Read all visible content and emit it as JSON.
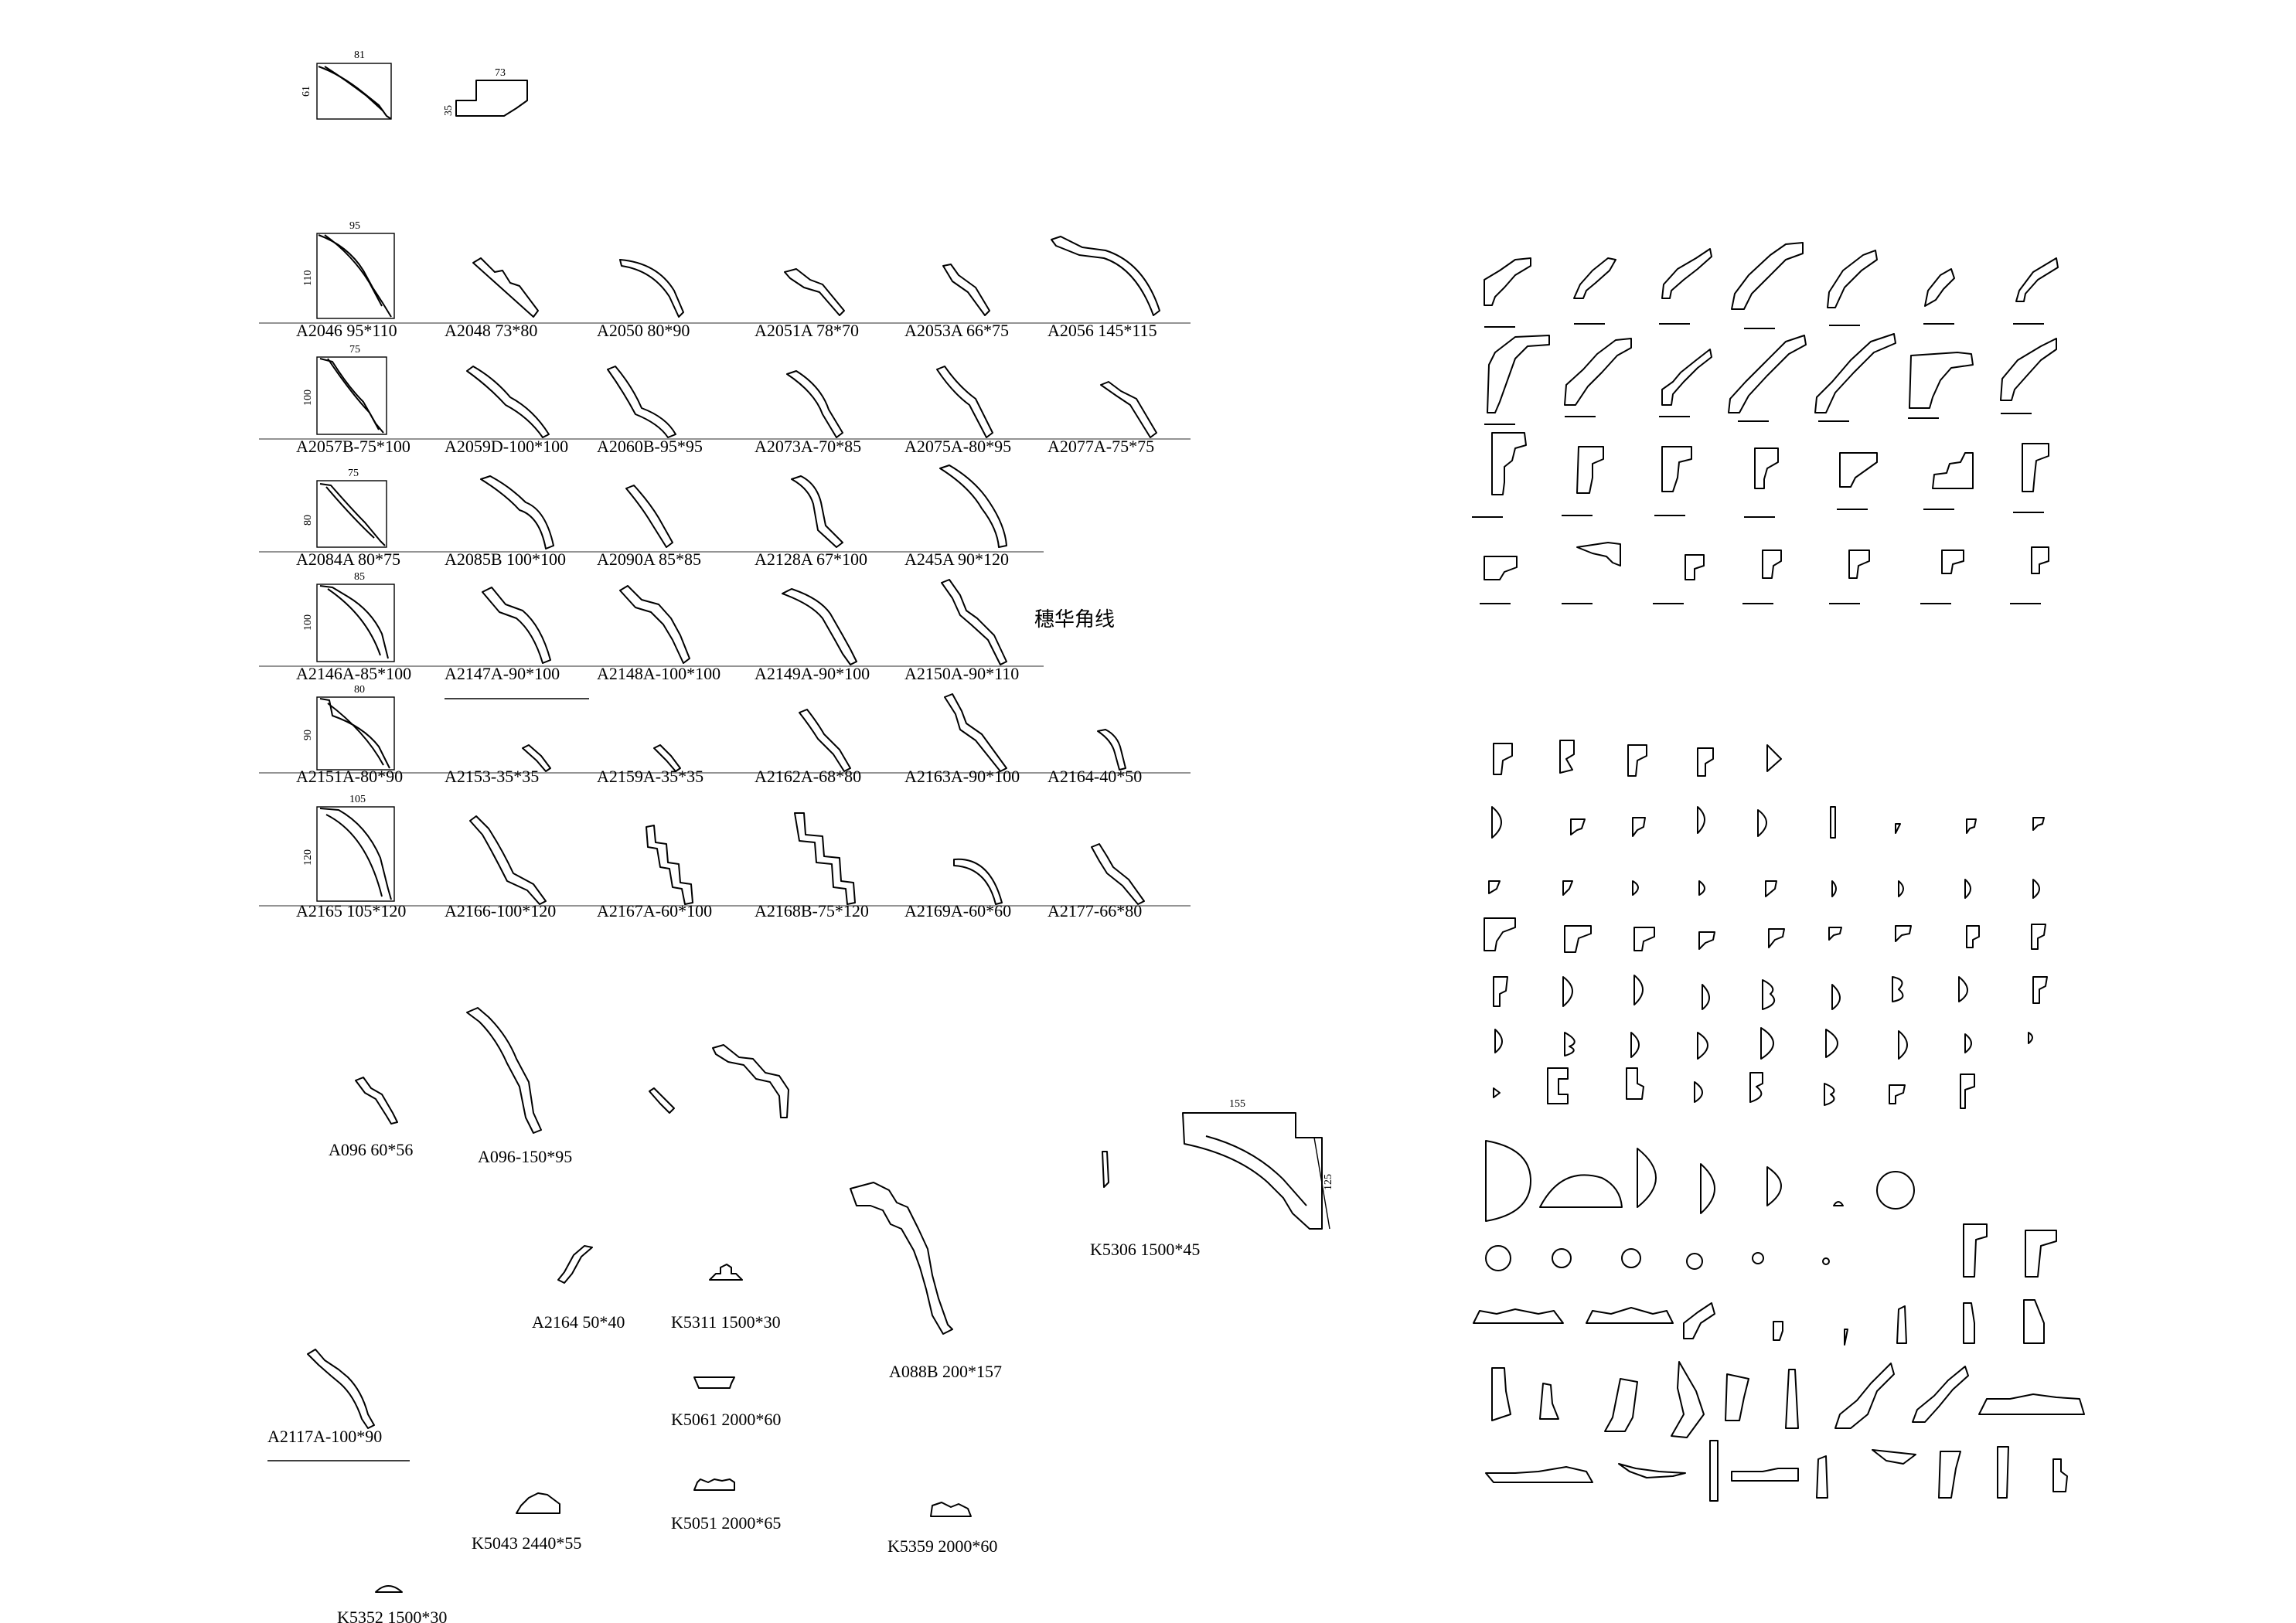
{
  "annotation_cn": "穗华角线",
  "top_dims": {
    "a_w": "81",
    "a_h": "61",
    "b_w": "73",
    "b_h": "35"
  },
  "grid_rows": [
    {
      "labels": [
        "A2046 95*110",
        "A2048 73*80",
        "A2050 80*90",
        "A2051A 78*70",
        "A2053A 66*75",
        "A2056 145*115"
      ],
      "dim_w": "95",
      "dim_h": "110"
    },
    {
      "labels": [
        "A2057B-75*100",
        "A2059D-100*100",
        "A2060B-95*95",
        "A2073A-70*85",
        "A2075A-80*95",
        "A2077A-75*75"
      ],
      "dim_w": "75",
      "dim_h": "100"
    },
    {
      "labels": [
        "A2084A 80*75",
        "A2085B 100*100",
        "A2090A 85*85",
        "A2128A 67*100",
        "A245A 90*120"
      ],
      "dim_w": "75",
      "dim_h": "80"
    },
    {
      "labels": [
        "A2146A-85*100",
        "A2147A-90*100",
        "A2148A-100*100",
        "A2149A-90*100",
        "A2150A-90*110"
      ],
      "dim_w": "85",
      "dim_h": "100"
    },
    {
      "labels": [
        "A2151A-80*90",
        "A2153-35*35",
        "A2159A-35*35",
        "A2162A-68*80",
        "A2163A-90*100",
        "A2164-40*50"
      ],
      "dim_w": "80",
      "dim_h": "90"
    },
    {
      "labels": [
        "A2165 105*120",
        "A2166-100*120",
        "A2167A-60*100",
        "A2168B-75*120",
        "A2169A-60*60",
        "A2177-66*80"
      ],
      "dim_w": "105",
      "dim_h": "120"
    }
  ],
  "lower_labels": {
    "a096_small": "A096 60*56",
    "a096_large": "A096-150*95",
    "k5306": "K5306 1500*45",
    "k5306_w": "155",
    "k5306_h": "125",
    "a2164": "A2164 50*40",
    "k5311": "K5311 1500*30",
    "a088b": "A088B 200*157",
    "a2117a": "A2117A-100*90",
    "k5061": "K5061 2000*60",
    "k5051": "K5051 2000*65",
    "k5043": "K5043 2440*55",
    "k5359": "K5359 2000*60",
    "k5352": "K5352 1500*30"
  }
}
